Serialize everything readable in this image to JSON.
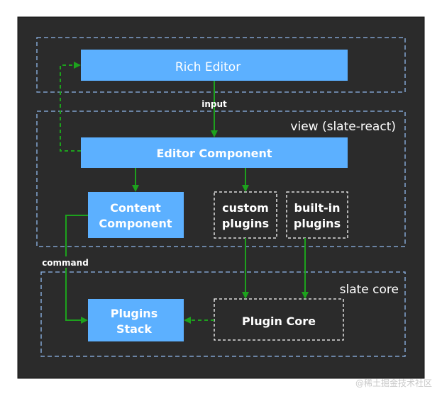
{
  "diagram": {
    "groups": {
      "top": {
        "label": ""
      },
      "view": {
        "label": "view (slate-react)"
      },
      "core": {
        "label": "slate core"
      }
    },
    "nodes": {
      "rich_editor": "Rich Editor",
      "editor_component": "Editor Component",
      "content_component": [
        "Content",
        "Component"
      ],
      "custom_plugins": [
        "custom",
        "plugins"
      ],
      "builtin_plugins": [
        "built-in",
        "plugins"
      ],
      "plugins_stack": [
        "Plugins",
        "Stack"
      ],
      "plugin_core": "Plugin Core"
    },
    "edge_labels": {
      "input": "input",
      "command": "command"
    }
  },
  "watermark": "@稀土掘金技术社区",
  "colors": {
    "background": "#2b2b2b",
    "node_fill": "#5cb0ff",
    "group_border": "#8fb8ec",
    "arrow": "#1da11d",
    "text": "#ffffff"
  }
}
